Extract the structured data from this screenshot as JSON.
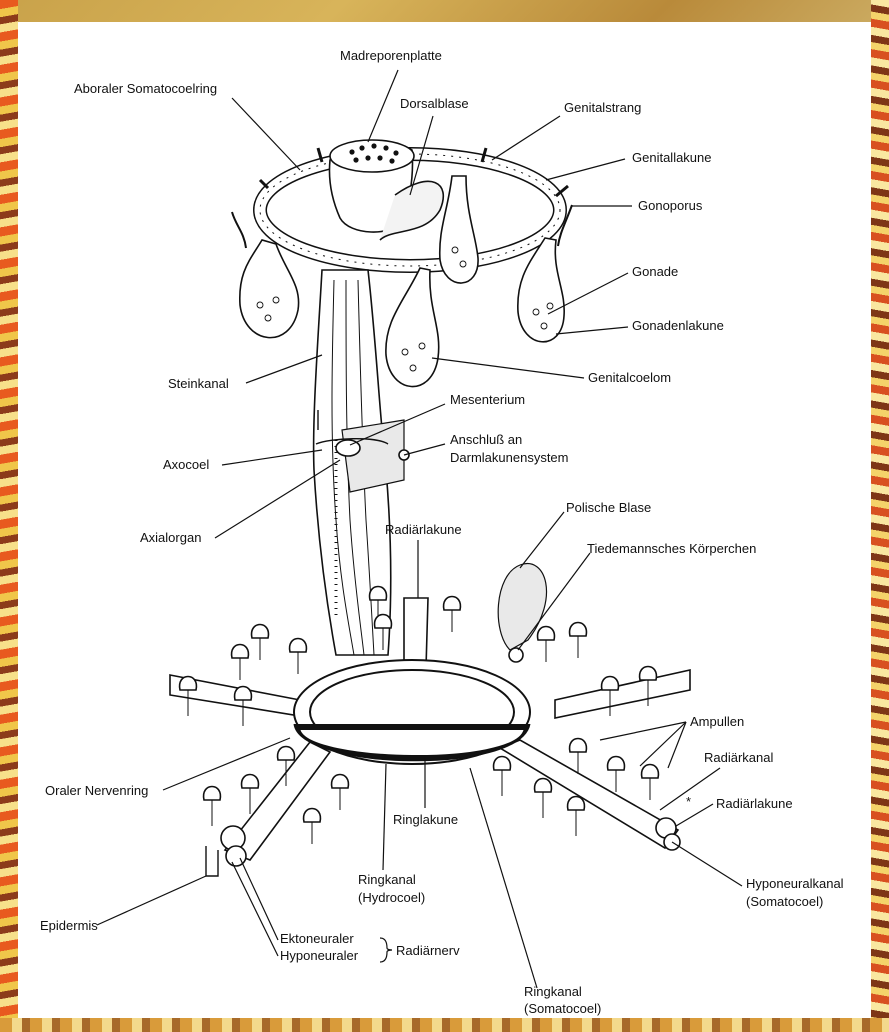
{
  "labels": {
    "madreporenplatte": "Madreporenplatte",
    "aboraler_somatocoelring": "Aboraler Somatocoelring",
    "dorsalblase": "Dorsalblase",
    "genitalstrang": "Genitalstrang",
    "genitallakune": "Genitallakune",
    "gonoporus": "Gonoporus",
    "gonade": "Gonade",
    "gonadenlakune": "Gonadenlakune",
    "genitalcoelom": "Genitalcoelom",
    "steinkanal": "Steinkanal",
    "mesenterium": "Mesenterium",
    "anschluss_line1": "Anschluß an",
    "anschluss_line2": "Darmlakunensystem",
    "axocoel": "Axocoel",
    "axialorgan": "Axialorgan",
    "radiarlakune_top": "Radiärlakune",
    "polische_blase": "Polische Blase",
    "tiedemann": "Tiedemannsches  Körperchen",
    "ampullen": "Ampullen",
    "radiarkanal": "Radiärkanal",
    "radiarlakune_right": "Radiärlakune",
    "oraler_nervenring": "Oraler Nervenring",
    "ringlakune": "Ringlakune",
    "ringkanal_hydro_line1": "Ringkanal",
    "ringkanal_hydro_line2": "(Hydrocoel)",
    "hyponeuralkanal_line1": "Hyponeuralkanal",
    "hyponeuralkanal_line2": "(Somatocoel)",
    "epidermis": "Epidermis",
    "ektoneuraler": "Ektoneuraler",
    "hyponeuraler": "Hyponeuraler",
    "radiarnerv": "Radiärnerv",
    "ringkanal_soma_line1": "Ringkanal",
    "ringkanal_soma_line2": "(Somatocoel)",
    "asterisk": "*"
  }
}
